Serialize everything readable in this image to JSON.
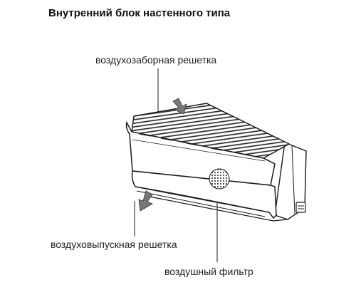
{
  "title": "Внутренний блок настенного типа",
  "labels": {
    "air_intake_grille": "воздухозаборная решетка",
    "air_outlet_grille": "воздуховыпускная решетка",
    "air_filter": "воздушный фильтр"
  },
  "colors": {
    "line": "#1a1a1a",
    "arrow_fill": "#777777",
    "filter_mesh": "#555555",
    "background": "#ffffff"
  }
}
